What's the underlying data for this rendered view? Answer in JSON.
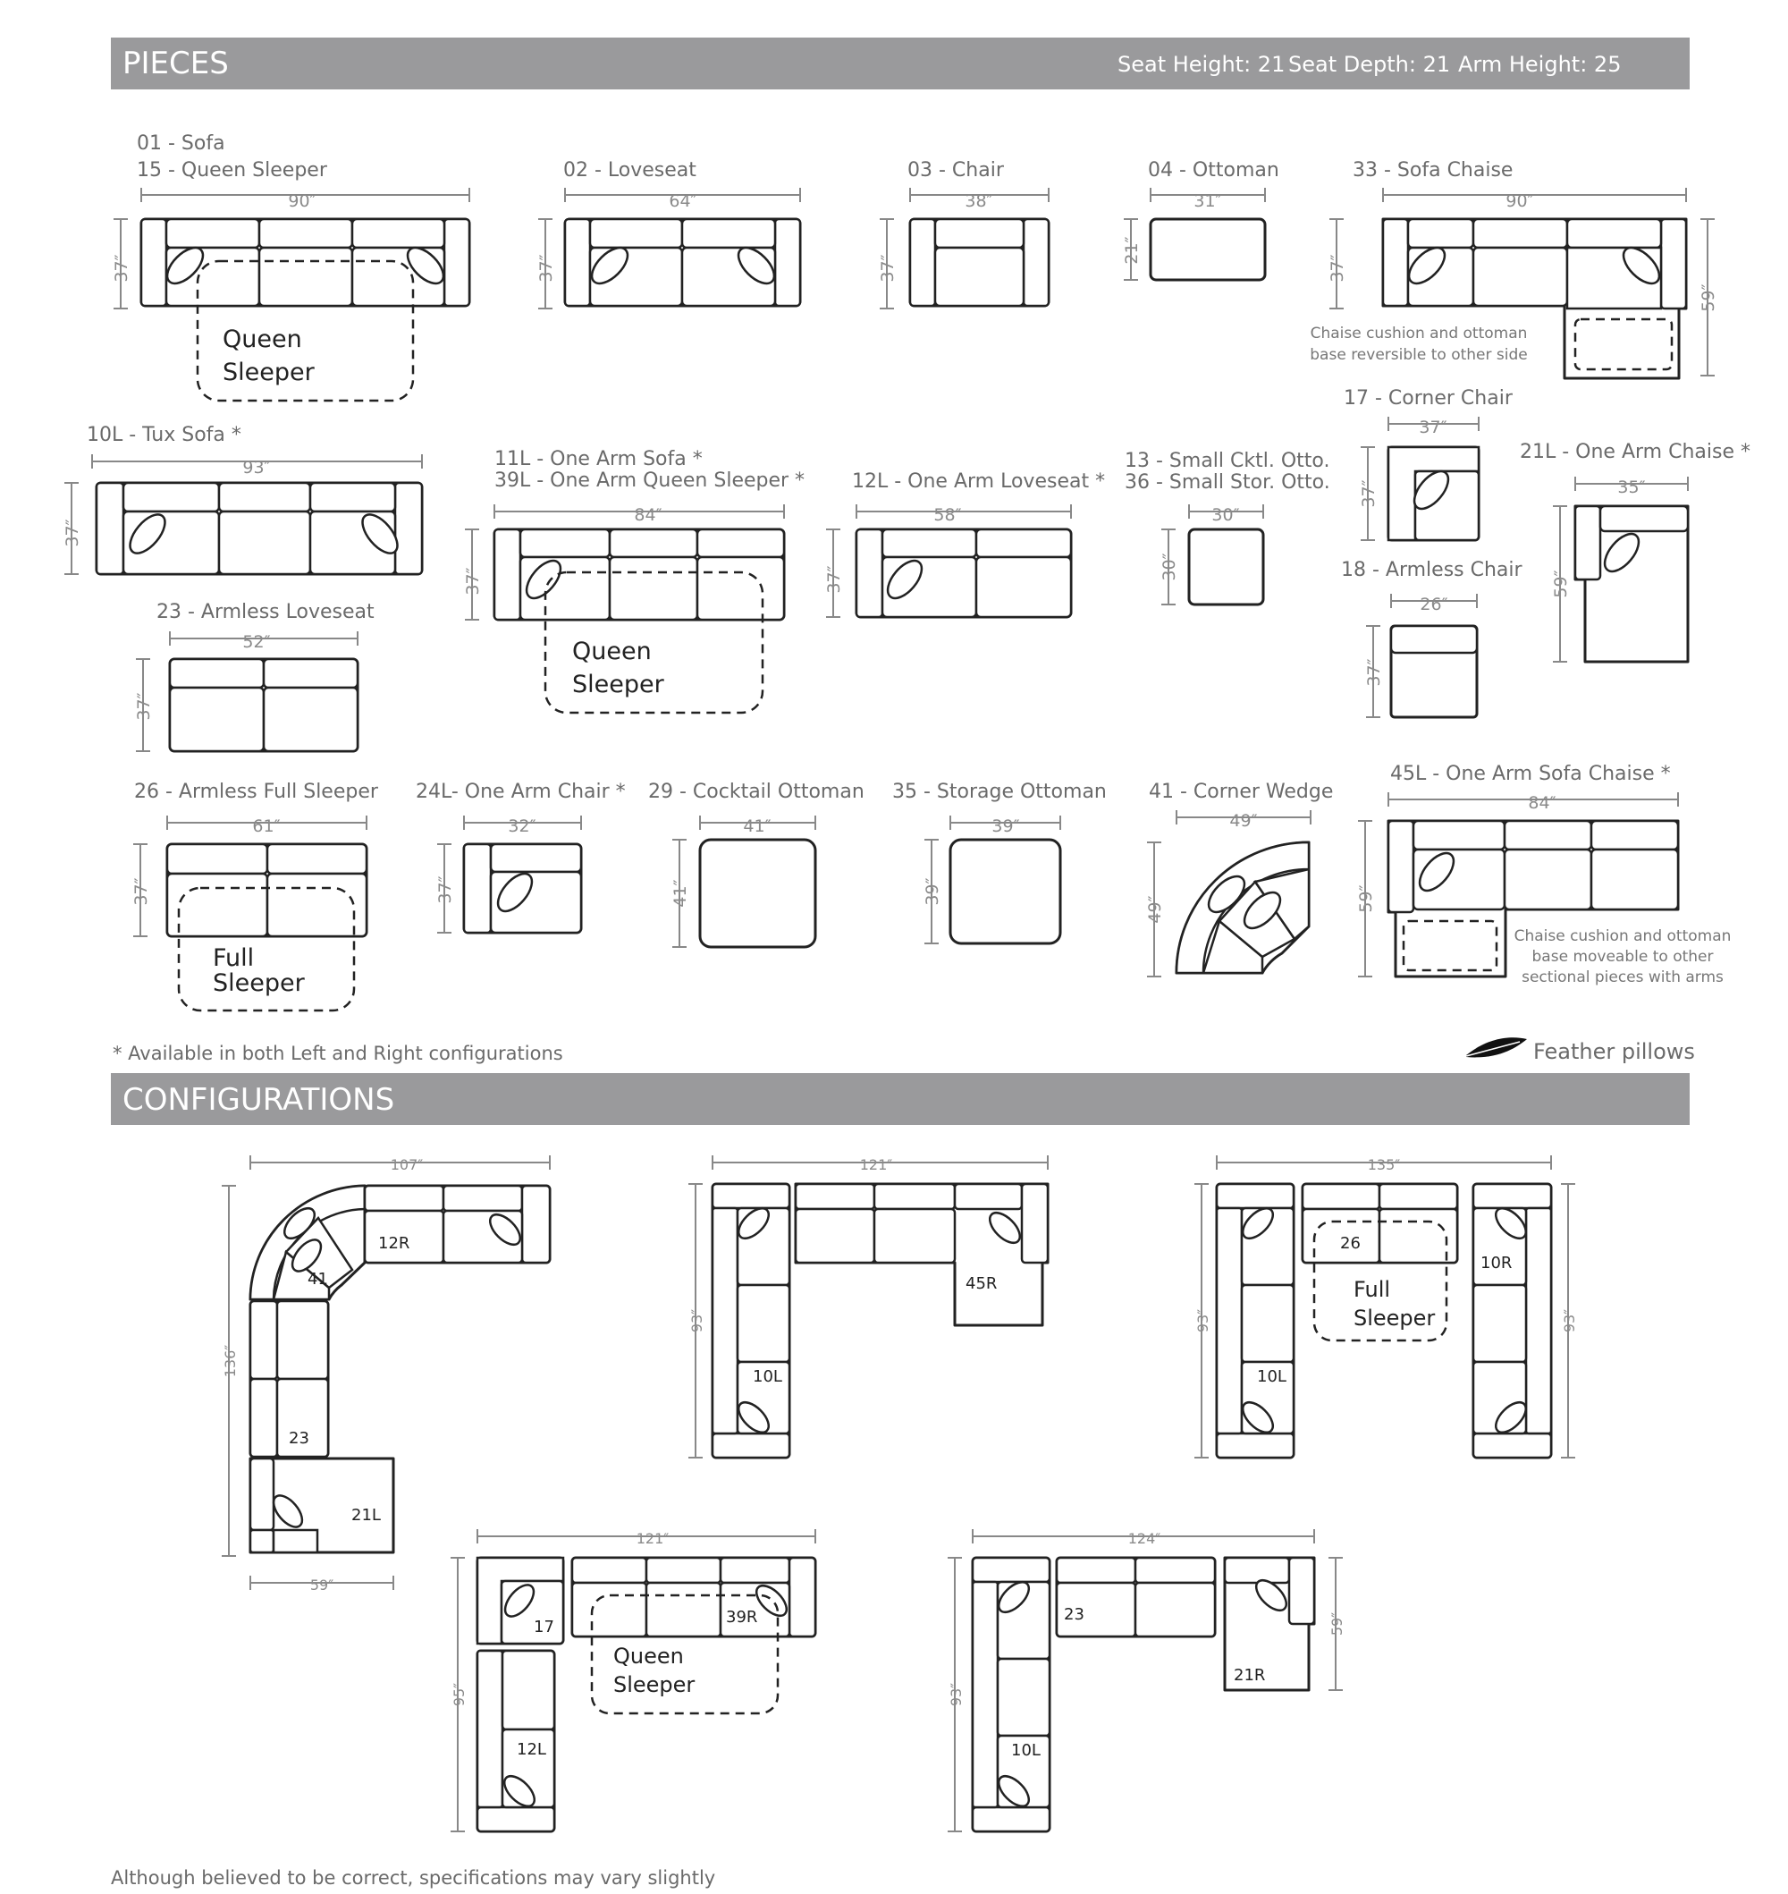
{
  "pieces_section": {
    "title": "PIECES",
    "specs": [
      "Seat Height: 21",
      "Seat Depth: 21",
      "Arm Height: 25"
    ]
  },
  "pieces": [
    {
      "label_lines": [
        "01 - Sofa",
        "15 - Queen Sleeper"
      ],
      "width": "90″",
      "height": "37″",
      "inner_text": [
        "Queen",
        "Sleeper"
      ]
    },
    {
      "label_lines": [
        "02 - Loveseat"
      ],
      "width": "64″",
      "height": "37″"
    },
    {
      "label_lines": [
        "03 - Chair"
      ],
      "width": "38″",
      "height": "37″"
    },
    {
      "label_lines": [
        "04 - Ottoman"
      ],
      "width": "31″",
      "height": "21″"
    },
    {
      "label_lines": [
        "33 - Sofa Chaise"
      ],
      "width": "90″",
      "height": "37″",
      "height2": "59″",
      "note_lines": [
        "Chaise cushion and ottoman",
        "base reversible to other side"
      ]
    },
    {
      "label_lines": [
        "10L - Tux Sofa *"
      ],
      "width": "93″",
      "height": "37″"
    },
    {
      "label_lines": [
        "11L - One Arm Sofa *",
        "39L - One Arm Queen Sleeper *"
      ],
      "width": "84″",
      "height": "37″",
      "inner_text": [
        "Queen",
        "Sleeper"
      ]
    },
    {
      "label_lines": [
        "12L - One Arm Loveseat *"
      ],
      "width": "58″",
      "height": "37″"
    },
    {
      "label_lines": [
        "13 - Small Cktl. Otto.",
        "36 - Small Stor. Otto."
      ],
      "width": "30″",
      "height": "30″"
    },
    {
      "label_lines": [
        "17 - Corner Chair"
      ],
      "width": "37″",
      "height": "37″"
    },
    {
      "label_lines": [
        "21L - One Arm Chaise *"
      ],
      "width": "35″",
      "height": "59″"
    },
    {
      "label_lines": [
        "18 - Armless Chair"
      ],
      "width": "26″",
      "height": "37″"
    },
    {
      "label_lines": [
        "23 - Armless Loveseat"
      ],
      "width": "52″",
      "height": "37″"
    },
    {
      "label_lines": [
        "26 - Armless Full Sleeper"
      ],
      "width": "61″",
      "height": "37″",
      "inner_text": [
        "Full",
        "Sleeper"
      ]
    },
    {
      "label_lines": [
        "24L- One Arm Chair *"
      ],
      "width": "32″",
      "height": "37″"
    },
    {
      "label_lines": [
        "29 - Cocktail Ottoman"
      ],
      "width": "41″",
      "height": "41″"
    },
    {
      "label_lines": [
        "35 - Storage Ottoman"
      ],
      "width": "39″",
      "height": "39″"
    },
    {
      "label_lines": [
        "41 - Corner Wedge"
      ],
      "width": "49″",
      "height": "49″"
    },
    {
      "label_lines": [
        "45L - One Arm Sofa Chaise *"
      ],
      "width": "84″",
      "height": "59″",
      "note_lines": [
        "Chaise cushion and ottoman",
        "base moveable to other",
        "sectional pieces with arms"
      ]
    }
  ],
  "footnotes": {
    "availability": "* Available in both Left and Right configurations",
    "feather": "Feather pillows",
    "disclaimer": "Although believed to be correct, specifications may vary slightly"
  },
  "configurations_section": {
    "title": "CONFIGURATIONS"
  },
  "configurations": [
    {
      "width": "107″",
      "height": "136″",
      "depth": "59″",
      "pieces": [
        "41",
        "12R",
        "23",
        "21L"
      ]
    },
    {
      "width": "121″",
      "height": "93″",
      "pieces": [
        "45R",
        "10L"
      ]
    },
    {
      "width": "135″",
      "height": "93″",
      "height_right": "93″",
      "pieces": [
        "26",
        "10R",
        "10L"
      ],
      "inner_text": [
        "Full",
        "Sleeper"
      ]
    },
    {
      "width": "121″",
      "height": "95″",
      "pieces": [
        "17",
        "39R",
        "12L"
      ],
      "inner_text": [
        "Queen",
        "Sleeper"
      ]
    },
    {
      "width": "124″",
      "height": "93″",
      "depth": "59″",
      "pieces": [
        "23",
        "21R",
        "10L"
      ]
    }
  ]
}
